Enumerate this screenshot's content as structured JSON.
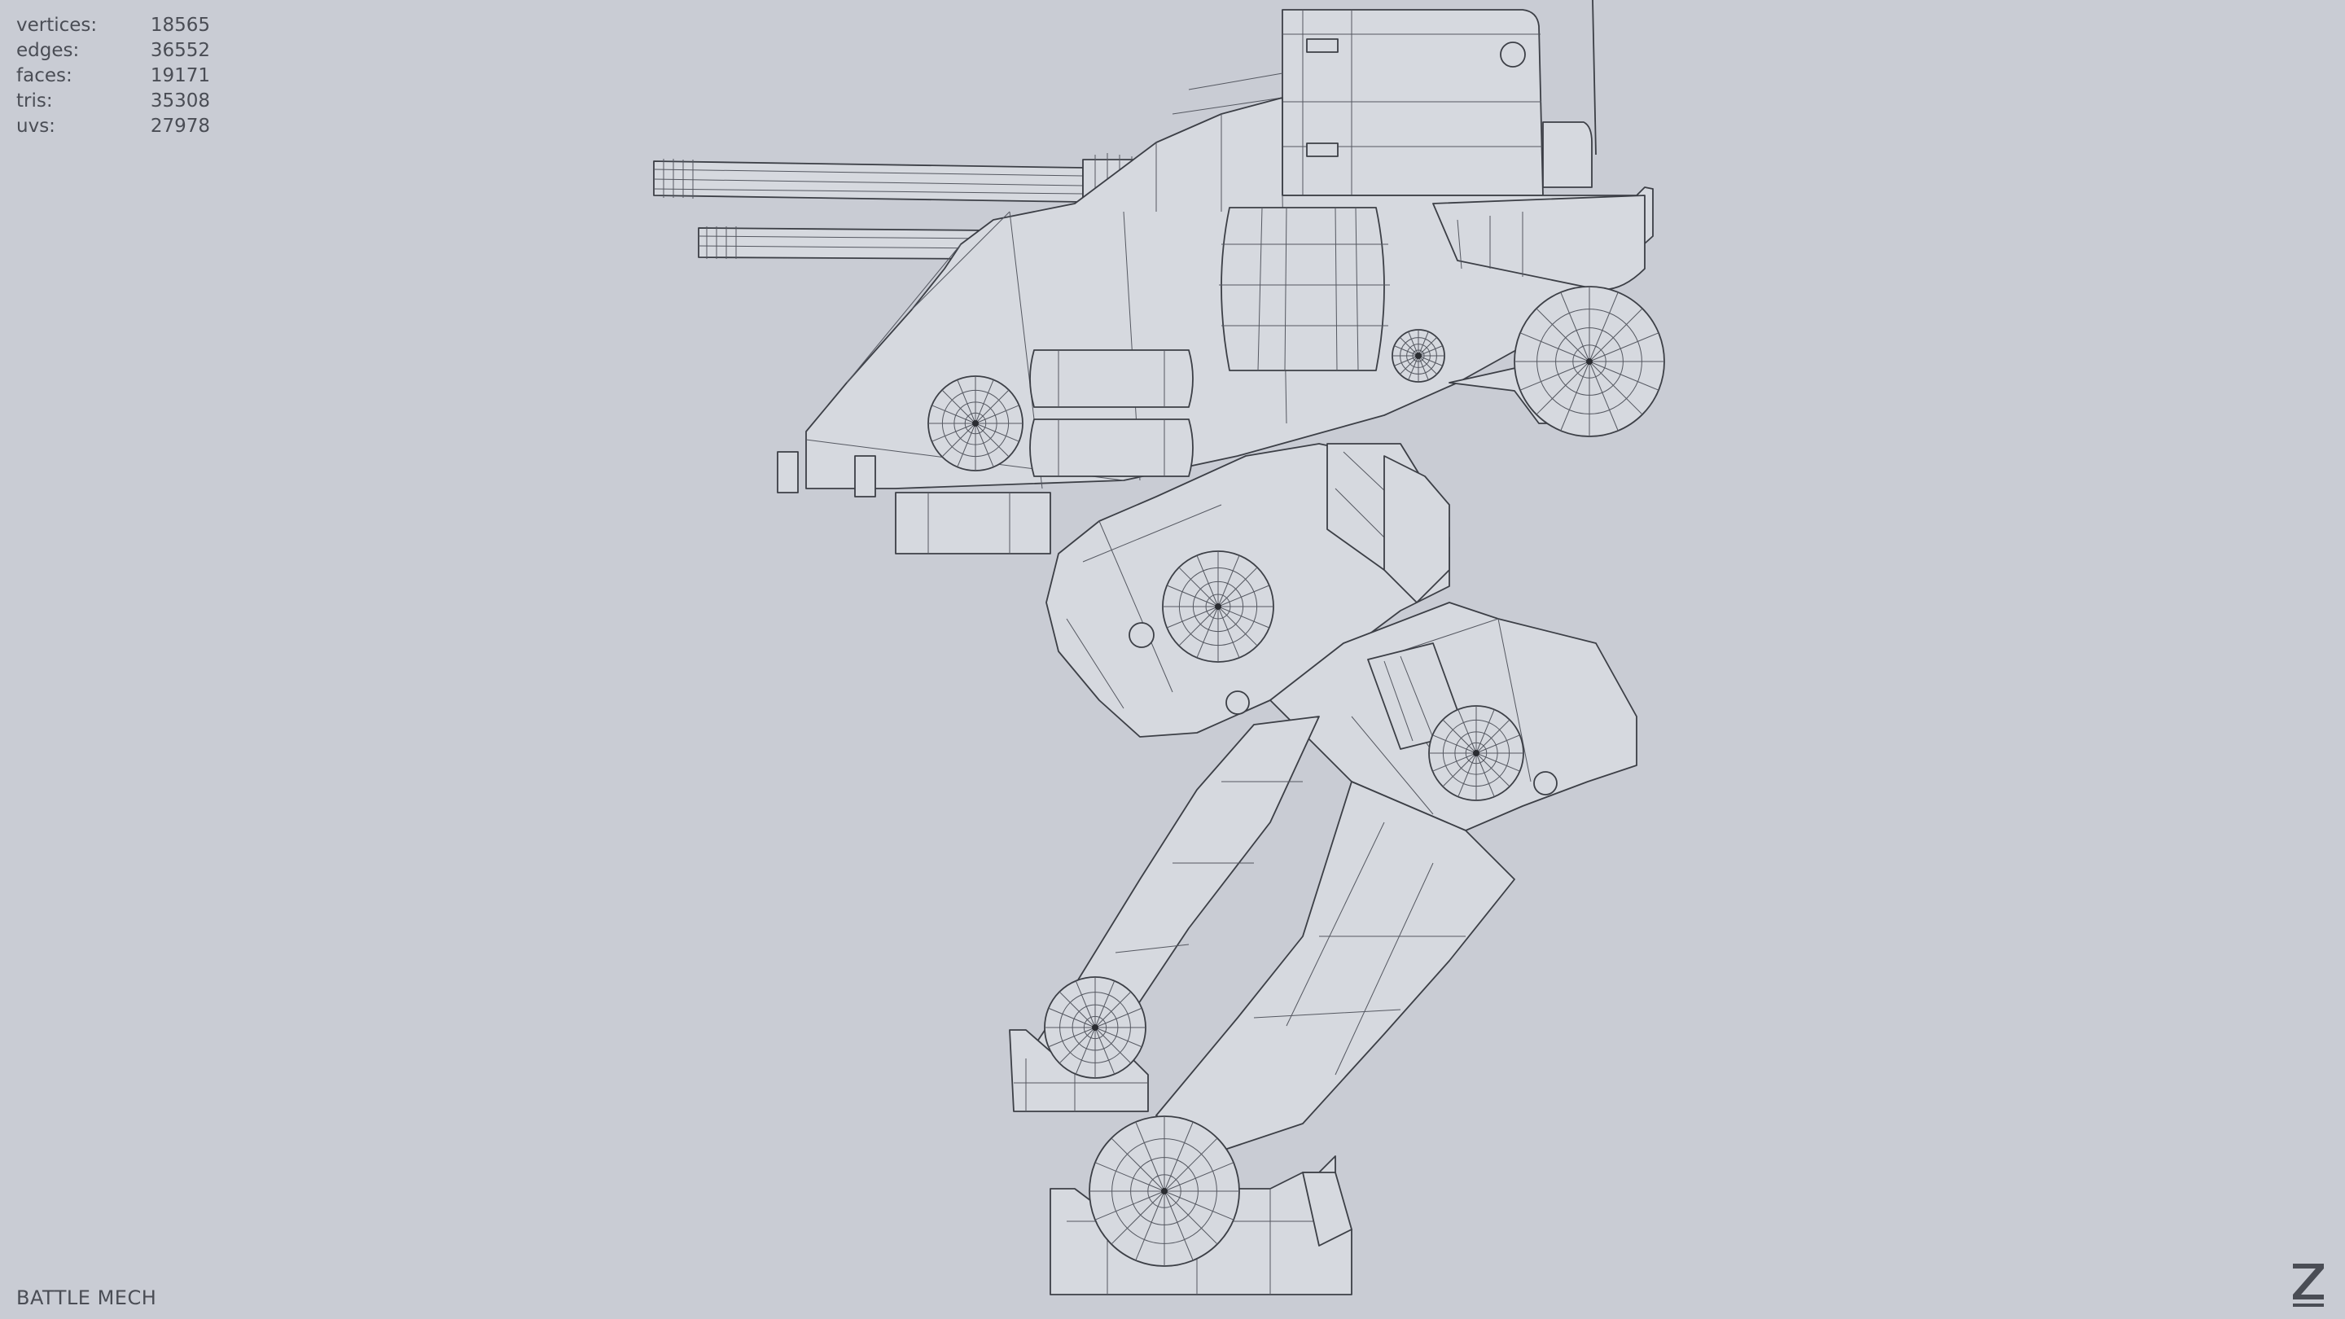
{
  "stats": [
    {
      "label": "vertices:",
      "value": "18565"
    },
    {
      "label": "edges:",
      "value": "36552"
    },
    {
      "label": "faces:",
      "value": "19171"
    },
    {
      "label": "tris:",
      "value": "35308"
    },
    {
      "label": "uvs:",
      "value": "27978"
    }
  ],
  "model_title": "BATTLE MECH",
  "viewport": {
    "background_color": "#c9ccd4",
    "wire_color": "#3c3f46",
    "display_mode": "wireframe"
  },
  "icons": {
    "logo": "z-logo-icon"
  }
}
